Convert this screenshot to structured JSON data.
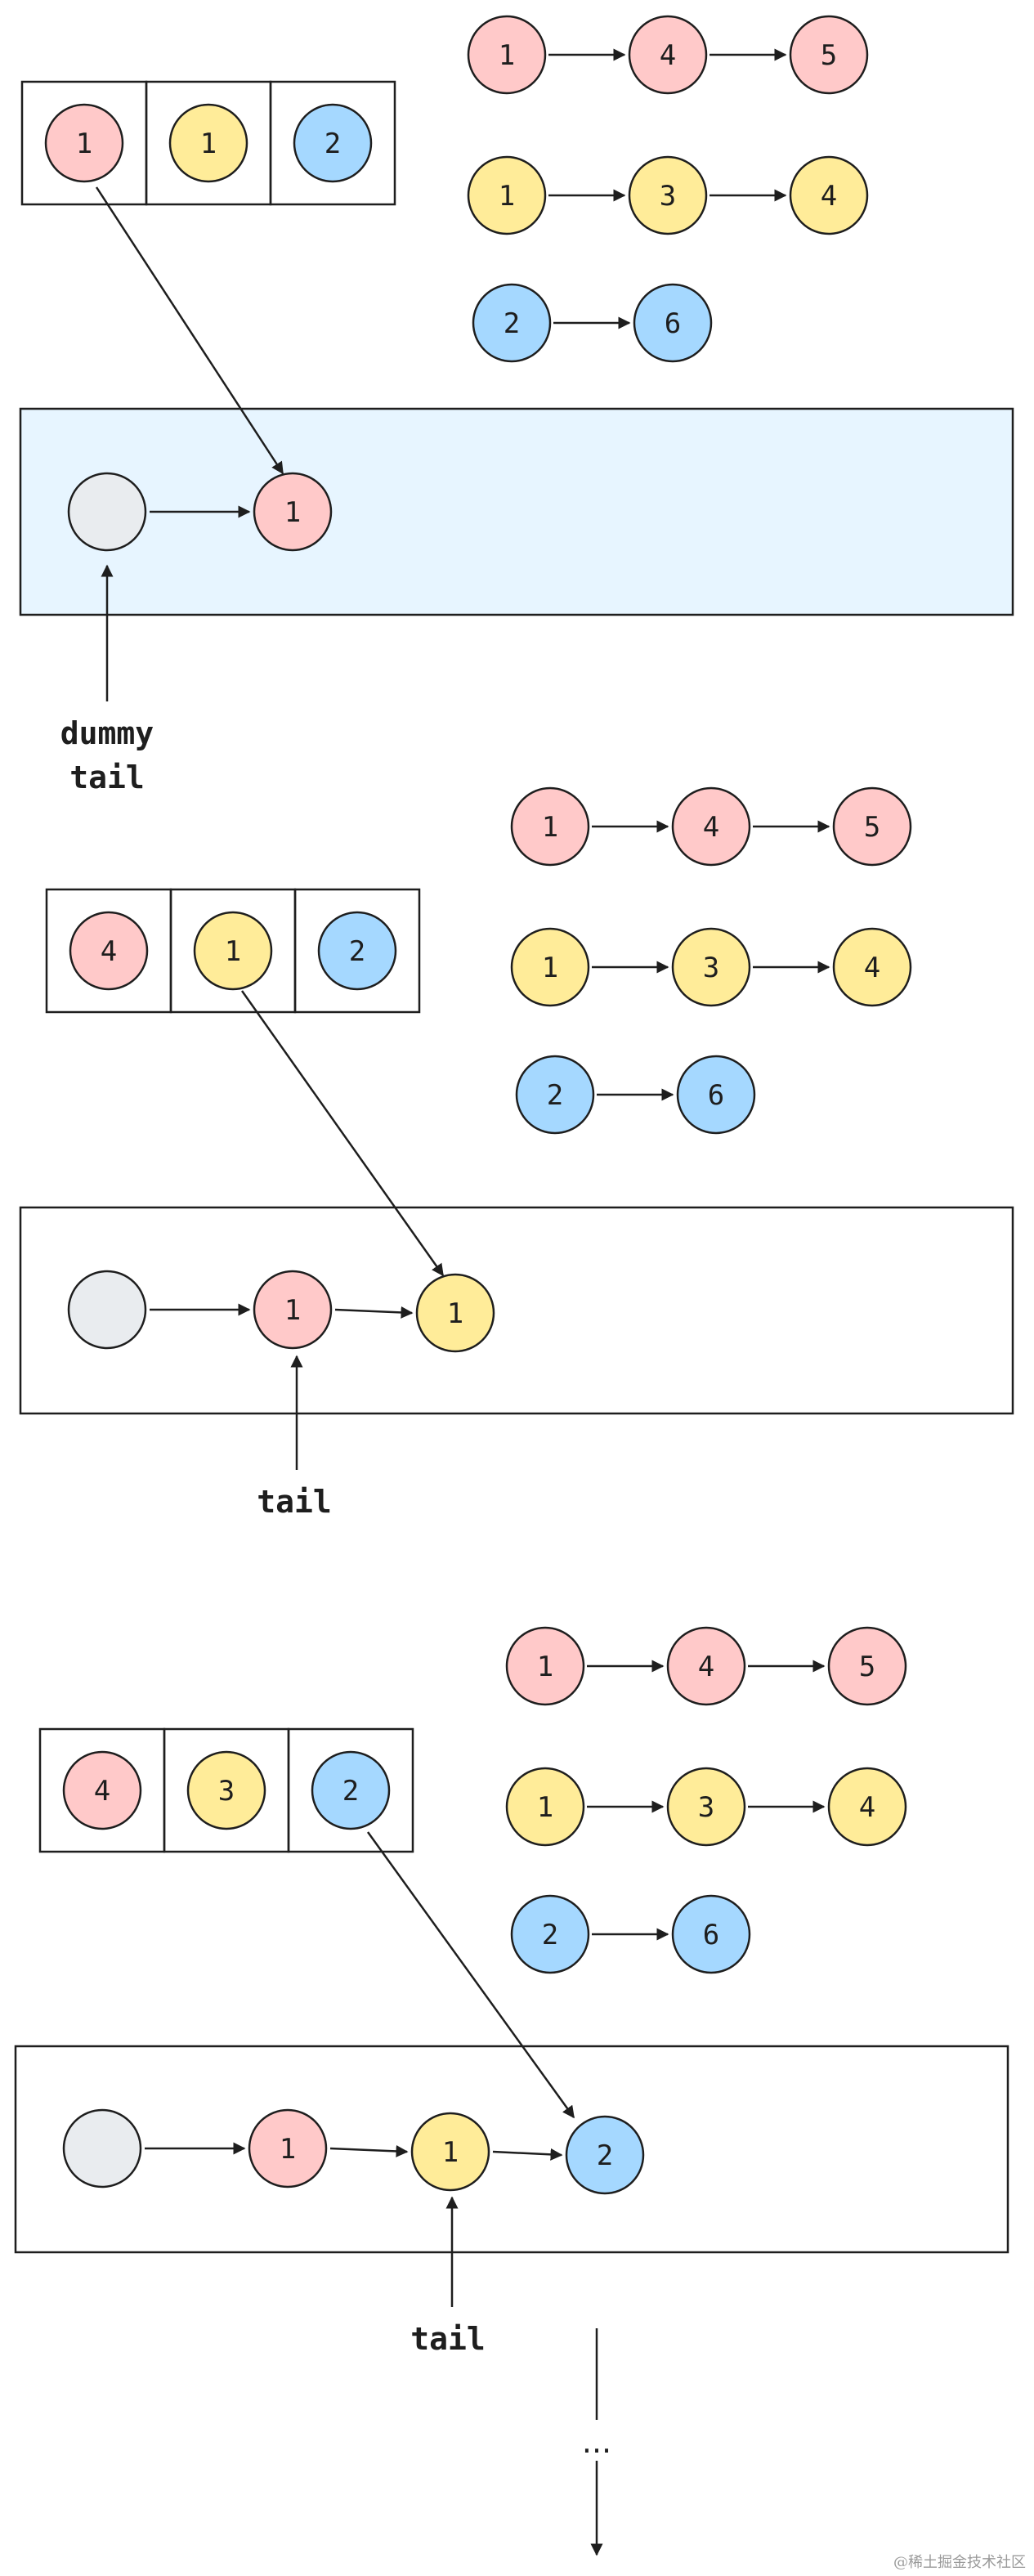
{
  "colors": {
    "pink": "#ffc9c9",
    "yellow": "#ffec99",
    "blue": "#a5d8ff",
    "gray": "#e9ecef",
    "highlight": "#e7f5ff",
    "stroke": "#1e1e1e"
  },
  "steps": [
    {
      "lists": [
        [
          "1",
          "4",
          "5"
        ],
        [
          "1",
          "3",
          "4"
        ],
        [
          "2",
          "6"
        ]
      ],
      "heap": [
        "1",
        "1",
        "2"
      ],
      "result": [
        "1"
      ],
      "pointer_labels": [
        "dummy",
        "tail"
      ]
    },
    {
      "lists": [
        [
          "1",
          "4",
          "5"
        ],
        [
          "1",
          "3",
          "4"
        ],
        [
          "2",
          "6"
        ]
      ],
      "heap": [
        "4",
        "1",
        "2"
      ],
      "result": [
        "1",
        "1"
      ],
      "pointer_labels": [
        "tail"
      ]
    },
    {
      "lists": [
        [
          "1",
          "4",
          "5"
        ],
        [
          "1",
          "3",
          "4"
        ],
        [
          "2",
          "6"
        ]
      ],
      "heap": [
        "4",
        "3",
        "2"
      ],
      "result": [
        "1",
        "1",
        "2"
      ],
      "pointer_labels": [
        "tail"
      ]
    }
  ],
  "continuation": "...",
  "watermark": "@稀土掘金技术社区"
}
